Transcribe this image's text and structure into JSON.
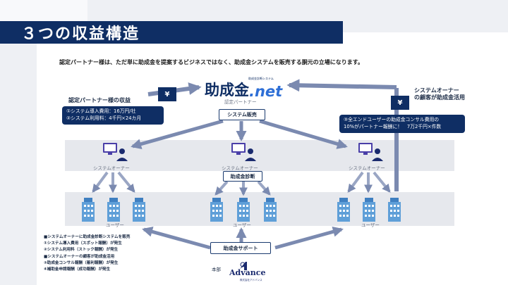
{
  "title": "３つの収益構造",
  "intro": "認定パートナー様は、ただ単に助成金を提案するビジネスではなく、助成金システムを販売する胴元の立場になります。",
  "brand": {
    "logo_main": "助成金",
    "logo_suffix": ".net",
    "logo_tag": "助成金診断システム",
    "role_label": "認定パートナー"
  },
  "partner_income": {
    "label": "認定パートナー様の収益",
    "lines": [
      "①システム導入費用：16万円/社",
      "②システム利用料：4千円×24カ月"
    ]
  },
  "owner_consult": {
    "label_line1": "システムオーナー",
    "label_line2": "の顧客が助成金活用",
    "lines": [
      "③全エンドユーザーの助成金コンサル費用の",
      "10%がパートナー報酬に！　7万2千円×件数"
    ]
  },
  "yen_symbol": "¥",
  "system_sales_label": "システム販売",
  "diagnosis_label": "助成金診断",
  "support_label": "助成金サポート",
  "owner_label": "システムオーナー",
  "user_label": "ユーザー",
  "hq_label": "本部",
  "advance": {
    "name": "Advance",
    "sub": "株式会社アドバンス"
  },
  "notes": [
    "■システムオーナーに助成金診断システムを販売",
    "①システム導入費用（スポット報酬）が発生",
    "②システム利用料（ストック報酬）が発生",
    "■システムオーナーの顧客が助成金活用",
    "③助成金コンサル報酬（着利報酬）が発生",
    "④補助金申請報酬（成功報酬）が発生"
  ],
  "colors": {
    "navy": "#0f2e64",
    "arrow": "#7b8ab0",
    "band": "#e6e8ed",
    "building": "#5f9fd8"
  },
  "icons": [
    "computer-user-icon",
    "building-icon",
    "yen-icon",
    "advance-logo-icon"
  ]
}
